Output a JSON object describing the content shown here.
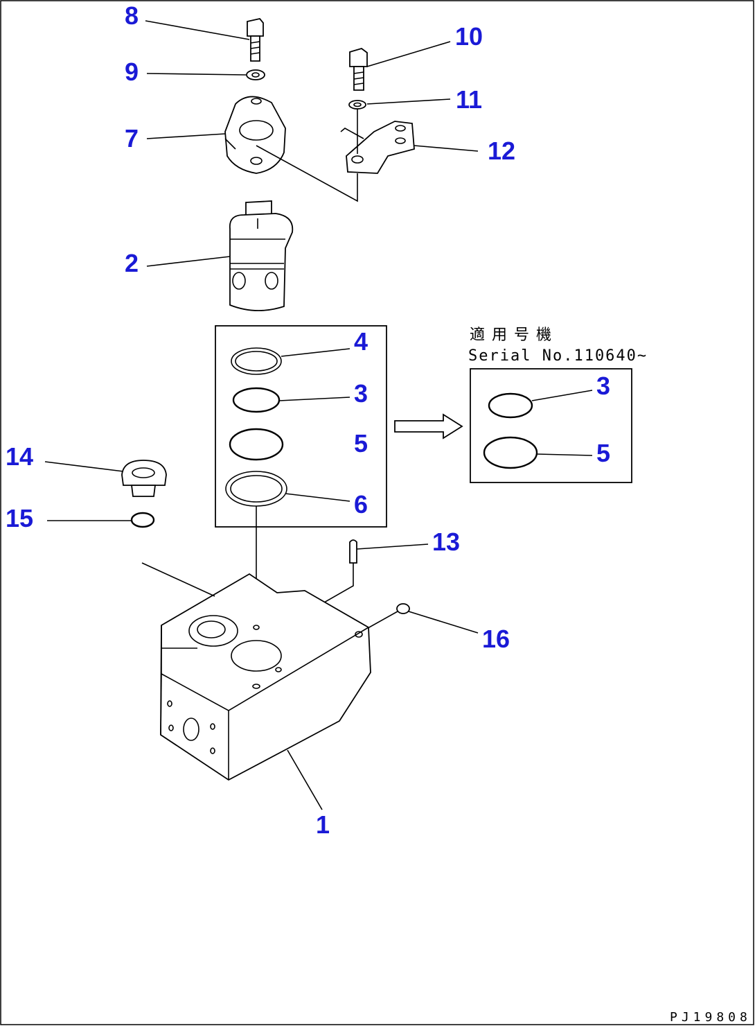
{
  "drawing": {
    "drawing_code": "PJ19808",
    "note_line1": "適用号機",
    "note_line2": "Serial No.110640~"
  },
  "parts": [
    {
      "label": "1"
    },
    {
      "label": "2"
    },
    {
      "label": "3"
    },
    {
      "label": "4"
    },
    {
      "label": "5"
    },
    {
      "label": "6"
    },
    {
      "label": "7"
    },
    {
      "label": "8"
    },
    {
      "label": "9"
    },
    {
      "label": "10"
    },
    {
      "label": "11"
    },
    {
      "label": "12"
    },
    {
      "label": "13"
    },
    {
      "label": "14"
    },
    {
      "label": "15"
    },
    {
      "label": "16"
    }
  ],
  "inset_parts": [
    {
      "label": "3"
    },
    {
      "label": "5"
    }
  ],
  "colors": {
    "callout": "#1a1ad6",
    "line": "#000000",
    "background": "#ffffff"
  }
}
